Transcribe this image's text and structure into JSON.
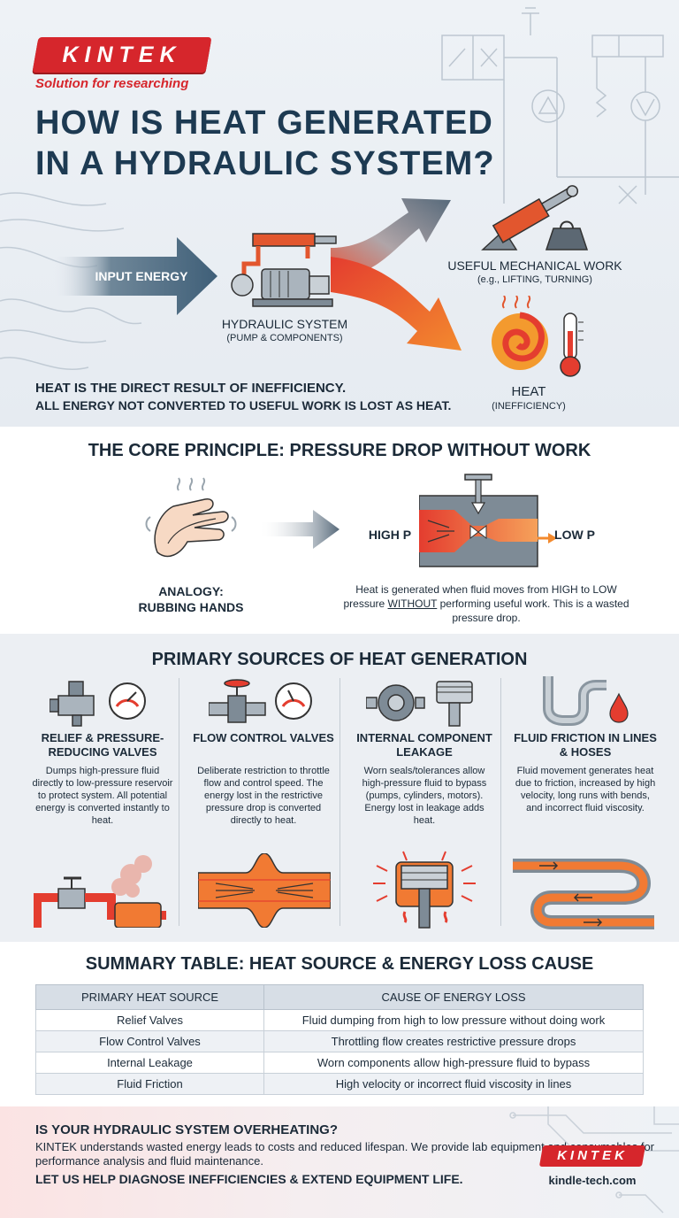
{
  "brand": {
    "logo_text": "KINTEK",
    "tagline": "Solution for researching",
    "website": "kindle-tech.com"
  },
  "colors": {
    "accent": "#d6262c",
    "navy": "#1d3a52",
    "heat_orange": "#f0502a",
    "steel": "#5e7689"
  },
  "hero": {
    "title": "HOW IS HEAT GENERATED IN A HYDRAULIC SYSTEM?",
    "input_label": "INPUT ENERGY",
    "system_label": "HYDRAULIC SYSTEM",
    "system_sub": "(PUMP & COMPONENTS)",
    "work_label": "USEFUL MECHANICAL WORK",
    "work_sub": "(e.g., LIFTING, TURNING)",
    "heat_label": "HEAT",
    "heat_sub": "(INEFFICIENCY)",
    "note_line1": "HEAT IS THE DIRECT RESULT OF INEFFICIENCY.",
    "note_line2": "ALL ENERGY NOT CONVERTED TO USEFUL WORK IS LOST AS HEAT."
  },
  "core": {
    "title": "THE CORE PRINCIPLE: PRESSURE DROP WITHOUT WORK",
    "analogy_line1": "ANALOGY:",
    "analogy_line2": "RUBBING HANDS",
    "high_label": "HIGH P",
    "low_label": "LOW P",
    "desc_part1": "Heat is generated when fluid moves from HIGH to LOW pressure ",
    "desc_emph": "WITHOUT",
    "desc_part2": " performing useful work. This is a wasted pressure drop."
  },
  "sources": {
    "title": "PRIMARY SOURCES OF HEAT GENERATION",
    "items": [
      {
        "title": "RELIEF & PRESSURE-REDUCING VALVES",
        "desc": "Dumps high-pressure fluid directly to low-pressure reservoir to protect system. All potential energy is converted instantly to heat.",
        "icon": "relief-valve-icon"
      },
      {
        "title": "FLOW CONTROL VALVES",
        "desc": "Deliberate restriction to throttle flow and control speed. The energy lost in the restrictive pressure drop is converted directly to heat.",
        "icon": "flow-control-valve-icon"
      },
      {
        "title": "INTERNAL COMPONENT LEAKAGE",
        "desc": "Worn seals/tolerances allow high-pressure fluid to bypass (pumps, cylinders, motors). Energy lost in leakage adds heat.",
        "icon": "pump-piston-icon"
      },
      {
        "title": "FLUID FRICTION IN LINES & HOSES",
        "desc": "Fluid movement generates heat due to friction, increased by high velocity, long runs with bends, and incorrect fluid viscosity.",
        "icon": "pipe-drop-icon"
      }
    ]
  },
  "summary": {
    "title": "SUMMARY TABLE: HEAT SOURCE & ENERGY LOSS CAUSE",
    "headers": [
      "PRIMARY HEAT SOURCE",
      "CAUSE OF ENERGY LOSS"
    ],
    "rows": [
      [
        "Relief Valves",
        "Fluid dumping from high to low pressure without doing work"
      ],
      [
        "Flow Control Valves",
        "Throttling flow creates restrictive pressure drops"
      ],
      [
        "Internal Leakage",
        "Worn components allow high-pressure fluid to bypass"
      ],
      [
        "Fluid Friction",
        "High velocity or incorrect fluid viscosity in lines"
      ]
    ]
  },
  "footer": {
    "question": "IS YOUR HYDRAULIC SYSTEM OVERHEATING?",
    "body": "KINTEK understands wasted energy leads to costs and reduced lifespan. We provide lab equipment and consumables for performance analysis and fluid maintenance.",
    "cta": "LET US HELP DIAGNOSE INEFFICIENCIES & EXTEND EQUIPMENT LIFE."
  }
}
